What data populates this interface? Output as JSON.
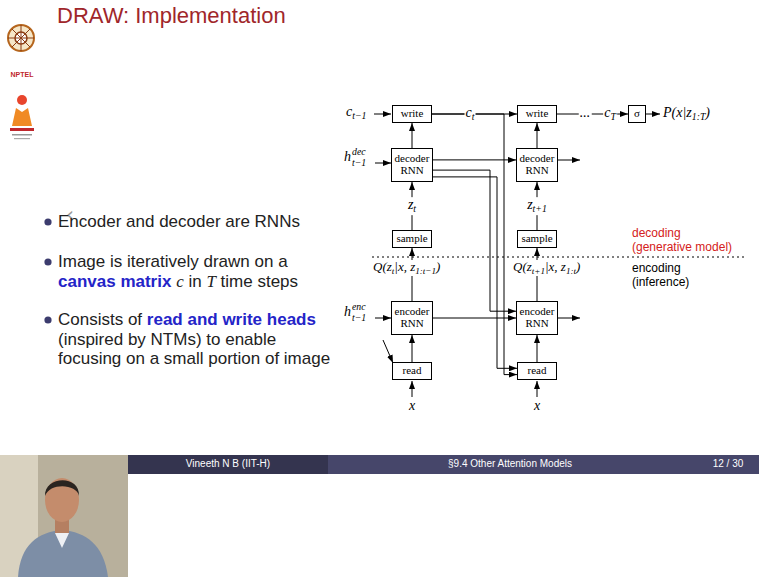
{
  "diagram": {
    "title": "DRAW: Implementation",
    "nodes": [
      {
        "text": [
          "write"
        ]
      },
      {
        "text": [
          "write"
        ]
      },
      {
        "text": [
          "σ"
        ]
      },
      {
        "text": [
          "decoder RNN"
        ]
      },
      {
        "text": [
          "decoder RNN"
        ]
      },
      {
        "text": [
          "sample"
        ]
      },
      {
        "text": [
          "sample"
        ]
      },
      {
        "text": [
          "encoder RNN"
        ]
      },
      {
        "text": [
          "encoder RNN"
        ]
      },
      {
        "text": [
          "read"
        ]
      },
      {
        "text": [
          "read"
        ]
      }
    ],
    "edges": [
      {
        "from": 0,
        "to": 1,
        "label": "ct",
        "arrow": "to"
      },
      {
        "from": 1,
        "to": 2,
        "arrow": "to"
      },
      {
        "from": 3,
        "to": 0,
        "arrow": "to"
      },
      {
        "from": 4,
        "to": 1,
        "arrow": "to"
      },
      {
        "from": 3,
        "to": 4,
        "arrow": "to"
      },
      {
        "from": 5,
        "to": 3,
        "label": "zt",
        "arrow": "to"
      },
      {
        "from": 6,
        "to": 4,
        "label": "zt+1",
        "arrow": "to"
      },
      {
        "from": 7,
        "to": 5,
        "label": "Q(zt|x, z1:t−1)",
        "arrow": "to"
      },
      {
        "from": 8,
        "to": 6,
        "label": "Q(zt+1|x, z1:t)",
        "arrow": "to"
      },
      {
        "from": 7,
        "to": 8,
        "arrow": "to"
      },
      {
        "from": 9,
        "to": 7,
        "arrow": "to"
      },
      {
        "from": 10,
        "to": 8,
        "arrow": "to"
      },
      {
        "from": 3,
        "to": 8,
        "arrow": "to"
      },
      {
        "from": 3,
        "to": 10,
        "arrow": "to"
      },
      {
        "from": 0,
        "to": 10,
        "arrow": "to"
      }
    ],
    "labels": [
      "‹",
      "NPTEL",
      "Encoder and decoder are RNNs",
      "Image is iteratively drawn on a canvas matrix c in T time steps",
      "Consists of read and write heads (inspired by NTMs) to enable focusing on a small portion of image",
      "ct−1",
      "...",
      "cT",
      "P(x|z1:T)",
      "hdect−1",
      "decoding (generative model)",
      "encoding (inference)",
      "henct−1",
      "x",
      "x",
      "Vineeth N B (IIT-H)",
      "§9.4 Other Attention Models",
      "12 / 30"
    ]
  }
}
